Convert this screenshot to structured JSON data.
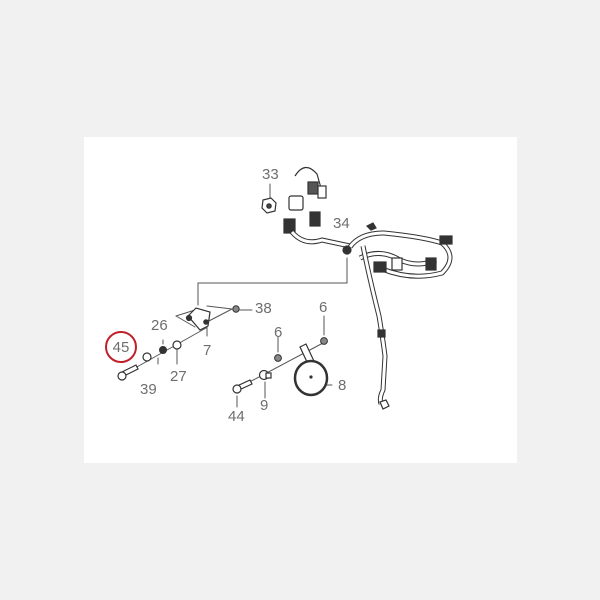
{
  "diagram": {
    "type": "exploded-parts-diagram",
    "highlight_color": "#c0202a",
    "label_color": "#6e6e6e",
    "line_color": "#555555",
    "background": "#f1f1f1",
    "panel_background": "#ffffff",
    "highlighted_part": "45",
    "callouts": [
      {
        "id": "33",
        "label": "33"
      },
      {
        "id": "34",
        "label": "34"
      },
      {
        "id": "38",
        "label": "38"
      },
      {
        "id": "26",
        "label": "26"
      },
      {
        "id": "7",
        "label": "7"
      },
      {
        "id": "6a",
        "label": "6"
      },
      {
        "id": "6b",
        "label": "6"
      },
      {
        "id": "45",
        "label": "45"
      },
      {
        "id": "39",
        "label": "39"
      },
      {
        "id": "27",
        "label": "27"
      },
      {
        "id": "8",
        "label": "8"
      },
      {
        "id": "44",
        "label": "44"
      },
      {
        "id": "9",
        "label": "9"
      }
    ]
  }
}
